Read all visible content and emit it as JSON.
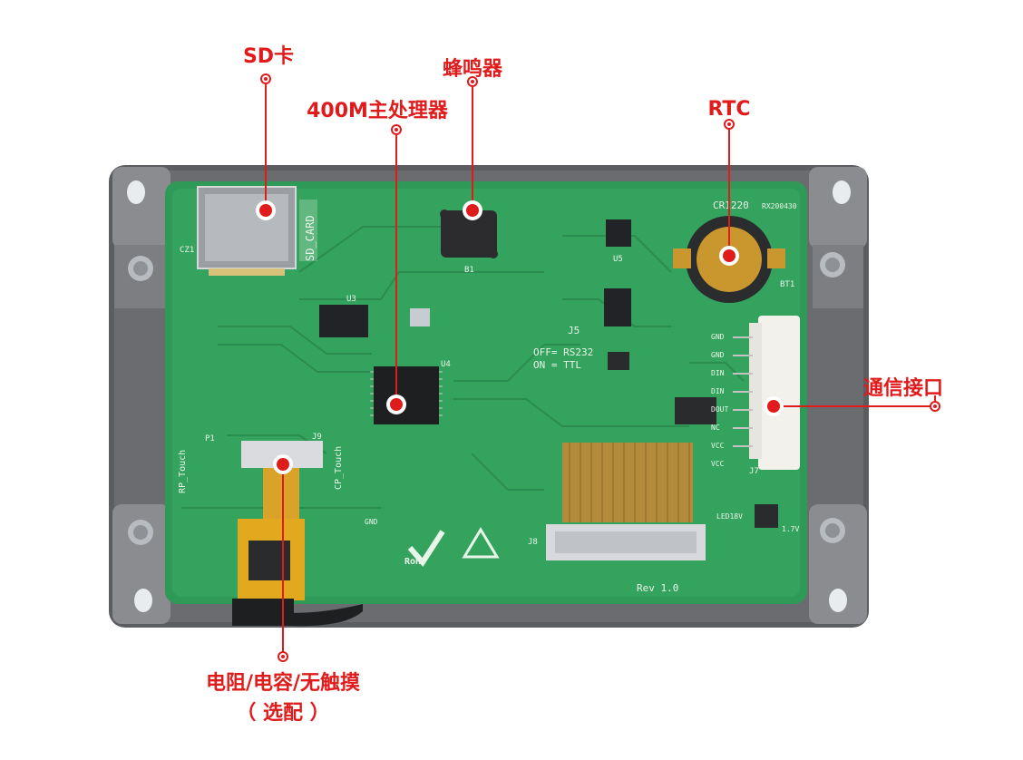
{
  "callouts": {
    "sd_card": "SD卡",
    "buzzer": "蜂鸣器",
    "processor": "400M主处理器",
    "rtc": "RTC",
    "comm_port": "通信接口",
    "touch_line1": "电阻/电容/无触摸",
    "touch_line2": "（ 选配 ）"
  },
  "board_silkscreen": {
    "sd_card": "SD_CARD",
    "cz1": "CZ1",
    "battery": "CR1220",
    "bt1": "BT1",
    "model": "RX200430",
    "rs232": "OFF= RS232",
    "ttl": "ON = TTL",
    "j5": "J5",
    "j7": "J7",
    "j8": "J8",
    "j9": "J9",
    "p1": "P1",
    "rp_touch": "RP_Touch",
    "cp_touch": "CP_Touch",
    "gnd": "GND",
    "rohs": "RoHS",
    "rev": "Rev 1.0",
    "led18v": "LED18V",
    "v17": "1.7V",
    "u3": "U3",
    "u4": "U4",
    "u5": "U5",
    "b1": "B1",
    "pins": [
      "GND",
      "GND",
      "DIN",
      "DIN",
      "DOUT",
      "NC",
      "VCC",
      "VCC"
    ]
  },
  "colors": {
    "callout": "#e01b1b",
    "pcb": "#2f9a57",
    "frame": "#5b5d60"
  }
}
